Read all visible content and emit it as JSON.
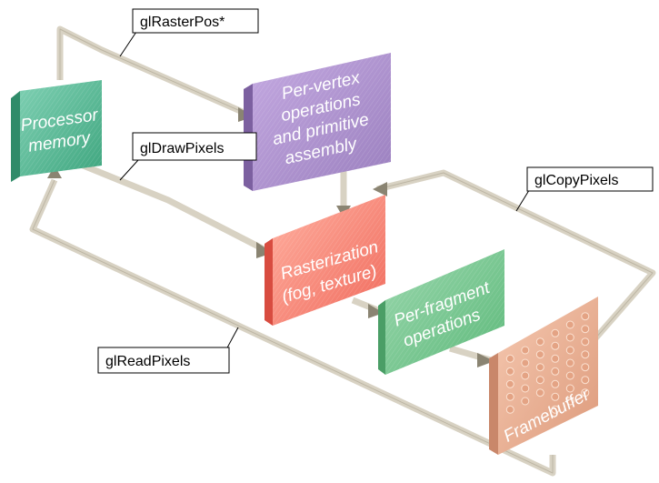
{
  "boxes": {
    "processor_memory": {
      "line1": "Processor",
      "line2": "memory"
    },
    "per_vertex": {
      "line1": "Per-vertex",
      "line2": "operations",
      "line3": "and primitive",
      "line4": "assembly"
    },
    "rasterization": {
      "line1": "Rasterization",
      "line2": "(fog, texture)"
    },
    "per_fragment": {
      "line1": "Per-fragment",
      "line2": "operations"
    },
    "framebuffer": {
      "line1": "Framebuffer"
    }
  },
  "labels": {
    "gl_raster_pos": "glRasterPos*",
    "gl_draw_pixels": "glDrawPixels",
    "gl_copy_pixels": "glCopyPixels",
    "gl_read_pixels": "glReadPixels"
  },
  "colors": {
    "processor_memory": "#58b899",
    "per_vertex": "#a58ac7",
    "rasterization": "#f47a6d",
    "per_fragment": "#71c58a",
    "framebuffer": "#e9a88a",
    "pipe": "#d9d3c4",
    "arrow": "#8a8472"
  }
}
